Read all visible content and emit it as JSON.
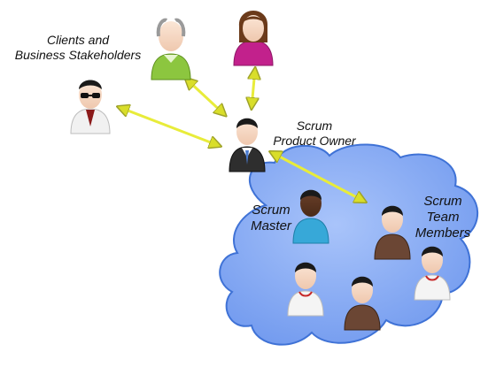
{
  "labels": {
    "stakeholders_line1": "Clients and",
    "stakeholders_line2": "Business Stakeholders",
    "po_line1": "Scrum",
    "po_line2": "Product Owner",
    "sm_line1": "Scrum",
    "sm_line2": "Master",
    "team_line1": "Scrum",
    "team_line2": "Team",
    "team_line3": "Members"
  },
  "colors": {
    "cloud_fill": "#7FA6F0",
    "cloud_edge": "#3F72D6",
    "connector": "#E8EC3A",
    "connector_edge": "#9FA32A",
    "suit": "#2E2E2E",
    "skin_light": "#F5D9C4",
    "skin_dark": "#5A3420"
  },
  "people": [
    {
      "role": "stakeholder-bald-green",
      "icon": "person-icon"
    },
    {
      "role": "stakeholder-woman-magenta",
      "icon": "person-icon"
    },
    {
      "role": "stakeholder-sunglasses-white",
      "icon": "person-icon"
    },
    {
      "role": "product-owner",
      "icon": "person-icon"
    },
    {
      "role": "scrum-master",
      "icon": "person-icon"
    },
    {
      "role": "team-member-brown",
      "icon": "person-icon"
    },
    {
      "role": "team-member-white-shirt",
      "icon": "person-icon"
    },
    {
      "role": "team-member-white-woman",
      "icon": "person-icon"
    },
    {
      "role": "team-member-brown-2",
      "icon": "person-icon"
    }
  ]
}
